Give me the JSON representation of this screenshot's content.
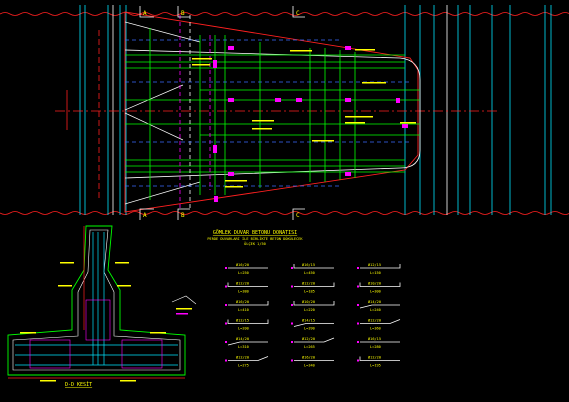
{
  "colors": {
    "background": "#000000",
    "cyan": "#00e5ff",
    "green": "#00ff00",
    "red": "#ff2020",
    "yellow": "#ffff00",
    "white": "#ffffff",
    "magenta": "#ff00ff",
    "blue": "#3a6bff"
  },
  "plan": {
    "section_marks": [
      {
        "label": "A",
        "pos": "top-left"
      },
      {
        "label": "B",
        "pos": "top-mid"
      },
      {
        "label": "C",
        "pos": "top-right"
      },
      {
        "label": "A",
        "pos": "bottom-left"
      },
      {
        "label": "B",
        "pos": "bottom-mid"
      },
      {
        "label": "C",
        "pos": "bottom-right"
      }
    ]
  },
  "title_block": {
    "title": "GÖMLEK DUVAR BETONU DONATISI",
    "subtitle": "PERDE DUVARLARI İLE BİRLİKTE BETON DÖKÜLECEK",
    "scale": "ÖLÇEK 1/50"
  },
  "section_view": {
    "label": "D-D KESİT"
  },
  "schedule": {
    "bars": [
      {
        "mark": "Ø16/20",
        "length": "L=250"
      },
      {
        "mark": "Ø12/20",
        "length": "L=380"
      },
      {
        "mark": "Ø16/20",
        "length": "L=410"
      },
      {
        "mark": "Ø12/15",
        "length": "L=200"
      },
      {
        "mark": "Ø14/20",
        "length": "L=310"
      },
      {
        "mark": "Ø12/20",
        "length": "L=275"
      },
      {
        "mark": "Ø16/15",
        "length": "L=450"
      },
      {
        "mark": "Ø12/20",
        "length": "L=185"
      },
      {
        "mark": "Ø10/20",
        "length": "L=220"
      },
      {
        "mark": "Ø14/15",
        "length": "L=390"
      },
      {
        "mark": "Ø12/20",
        "length": "L=265"
      },
      {
        "mark": "Ø16/20",
        "length": "L=340"
      },
      {
        "mark": "Ø12/15",
        "length": "L=150"
      },
      {
        "mark": "Ø10/20",
        "length": "L=300"
      },
      {
        "mark": "Ø14/20",
        "length": "L=240"
      },
      {
        "mark": "Ø12/20",
        "length": "L=360"
      },
      {
        "mark": "Ø16/15",
        "length": "L=280"
      },
      {
        "mark": "Ø12/20",
        "length": "L=195"
      }
    ]
  }
}
